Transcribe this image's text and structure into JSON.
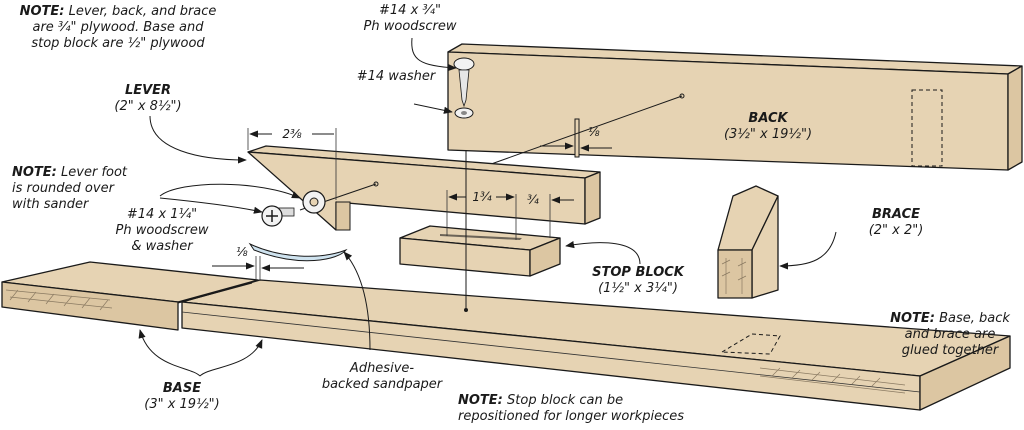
{
  "diagram": {
    "title": "Exploded assembly of lever stop jig",
    "colors": {
      "wood": "#e6d3b3",
      "wood_end": "#dcc6a2",
      "sandpaper": "#cfe3ef",
      "ink": "#1a1a1a"
    },
    "notes": {
      "plywood": {
        "prefix": "NOTE:",
        "lines": [
          "Lever, back, and brace",
          "are ¾\" plywood. Base and",
          "stop block are ½\" plywood"
        ]
      },
      "lever_foot": {
        "prefix": "NOTE:",
        "lines": [
          "Lever foot",
          "is rounded over",
          "with sander"
        ]
      },
      "glued": {
        "prefix": "NOTE:",
        "lines": [
          "Base, back",
          "and brace are",
          "glued together"
        ]
      },
      "stop_block": {
        "prefix": "NOTE:",
        "lines": [
          "Stop block can be",
          "repositioned for longer workpieces"
        ]
      }
    },
    "parts": {
      "lever": {
        "name": "LEVER",
        "size": "(2\" x 8½\")"
      },
      "back": {
        "name": "BACK",
        "size": "(3½\" x 19½\")"
      },
      "brace": {
        "name": "BRACE",
        "size": "(2\" x 2\")"
      },
      "stop_block": {
        "name": "STOP BLOCK",
        "size": "(1½\" x 3¼\")"
      },
      "base": {
        "name": "BASE",
        "size": "(3\" x 19½\")"
      }
    },
    "hardware": {
      "top_screw": {
        "lines": [
          "#14 x ¾\"",
          "Ph woodscrew"
        ]
      },
      "top_washer": {
        "label": "#14 washer"
      },
      "lever_screw": {
        "lines": [
          "#14 x 1¼\"",
          "Ph woodscrew",
          "& washer"
        ]
      },
      "sandpaper": {
        "lines": [
          "Adhesive-",
          "backed sandpaper"
        ]
      }
    },
    "dimensions": {
      "lever_foot_width": "2⅜",
      "slot_length": "1¾",
      "slot_offset": "¾",
      "back_kerf": "⅛",
      "base_gap": "⅛"
    }
  }
}
